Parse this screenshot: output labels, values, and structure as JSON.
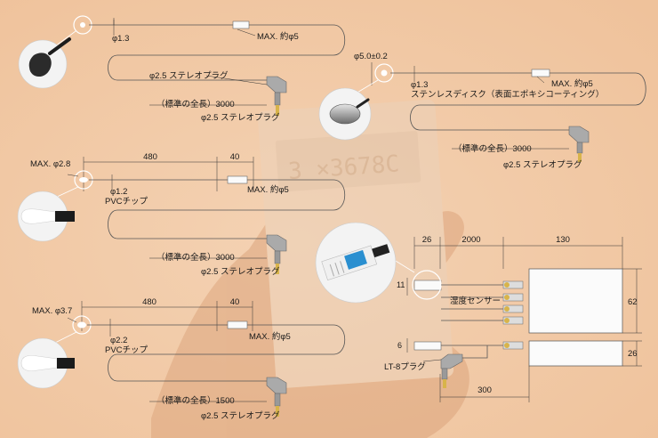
{
  "colors": {
    "background": "#f2c9a4",
    "hand": "#e2b08a",
    "meter": "#e9cbb0",
    "cable": "#555555",
    "plug_gray": "#aaaaaa",
    "plug_gold": "#d8b44a"
  },
  "meter_display": "3 ×3678C",
  "probe1": {
    "diameter": "φ1.3",
    "max_label": "MAX. 約φ5",
    "plug_label": "φ2.5 ステレオプラグ",
    "length_label": "（標準の全長）3000",
    "plug_label_bottom": "φ2.5 ステレオプラグ"
  },
  "probe2": {
    "disk_diameter": "φ5.0±0.2",
    "diameter": "φ1.3",
    "disk_label": "ステンレスディスク（表面エポキシコーティング）",
    "max_label": "MAX. 約φ5",
    "length_label": "（標準の全長）3000",
    "plug_label": "φ2.5 ステレオプラグ"
  },
  "probe3": {
    "tip_max": "MAX. φ2.8",
    "dim_480": "480",
    "dim_40": "40",
    "diameter": "φ1.2",
    "tip_label": "PVCチップ",
    "max_label": "MAX. 約φ5",
    "length_label": "（標準の全長）3000",
    "plug_label": "φ2.5 ステレオプラグ"
  },
  "probe4": {
    "tip_max": "MAX. φ3.7",
    "dim_480": "480",
    "dim_40": "40",
    "diameter": "φ2.2",
    "tip_label": "PVCチップ",
    "max_label": "MAX. 約φ5",
    "length_label": "（標準の全長）1500",
    "plug_label": "φ2.5 ステレオプラグ"
  },
  "humidity": {
    "dim_26": "26",
    "dim_2000": "2000",
    "dim_130": "130",
    "dim_11": "11",
    "sensor_label": "湿度センサー",
    "dim_62": "62",
    "dim_6": "6",
    "dim_26_side": "26",
    "plug_label": "LT-8プラグ",
    "dim_300": "300"
  }
}
